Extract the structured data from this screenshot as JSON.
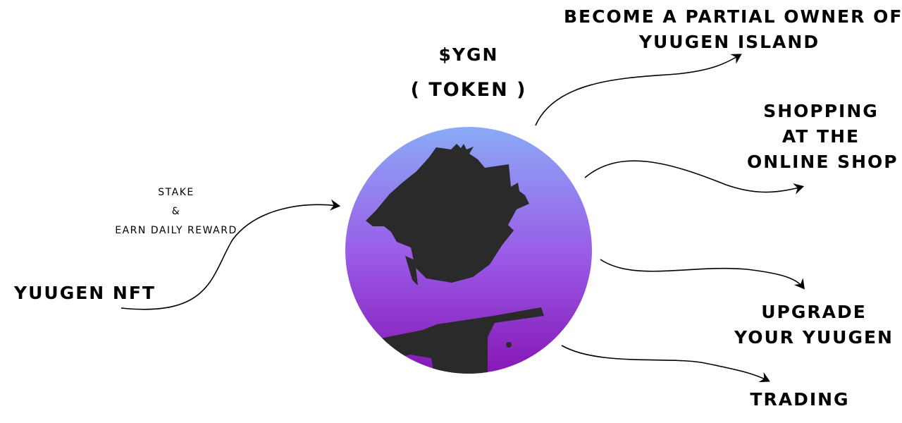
{
  "center": {
    "title": "$YGN",
    "subtitle": "( TOKEN )"
  },
  "source": {
    "label": "YUUGEN NFT",
    "arrow_label": [
      "STAKE",
      "&",
      "EARN DAILY REWARD"
    ]
  },
  "uses": [
    {
      "lines": [
        "BECOME A PARTIAL OWNER OF",
        "YUUGEN ISLAND"
      ]
    },
    {
      "lines": [
        "SHOPPING",
        "AT THE",
        "ONLINE SHOP"
      ]
    },
    {
      "lines": [
        "UPGRADE",
        "YOUR YUUGEN"
      ]
    },
    {
      "lines": [
        "TRADING"
      ]
    }
  ],
  "colors": {
    "gradient_top": "#8aaaf6",
    "gradient_bottom": "#8616b6",
    "silhouette": "#2a2a2a"
  }
}
